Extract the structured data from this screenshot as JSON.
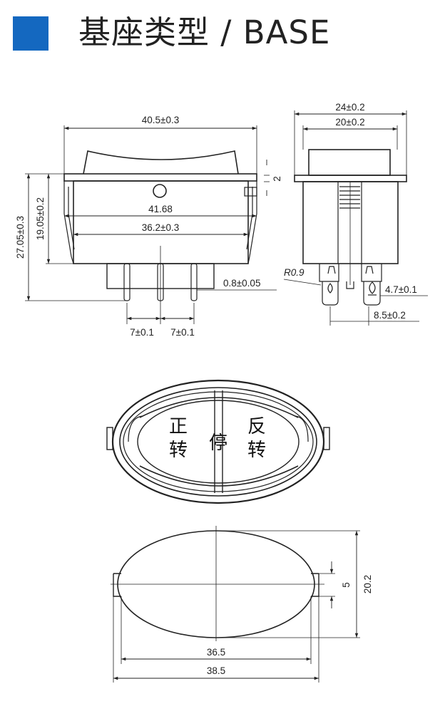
{
  "header": {
    "title": "基座类型 / BASE",
    "accent_color": "#1468c0"
  },
  "side_view": {
    "overall_width": "40.5±0.3",
    "height_total": "27.05±0.3",
    "height_body": "19.05±0.2",
    "panel_hole": "41.68",
    "inner_width": "36.2±0.3",
    "terminal_thickness": "0.8±0.05",
    "pitch_left": "7±0.1",
    "pitch_right": "7±0.1"
  },
  "end_view": {
    "outer_width": "24±0.2",
    "inner_width": "20±0.2",
    "flange": "2",
    "radius": "R0.9",
    "terminal_width": "4.7±0.1",
    "terminal_spacing": "8.5±0.2"
  },
  "top_view": {
    "label_left_1": "正",
    "label_left_2": "转",
    "label_mid": "停",
    "label_right_1": "反",
    "label_right_2": "转"
  },
  "cutout": {
    "inner_width": "36.5",
    "outer_width": "38.5",
    "height": "20.2",
    "notch": "5"
  }
}
